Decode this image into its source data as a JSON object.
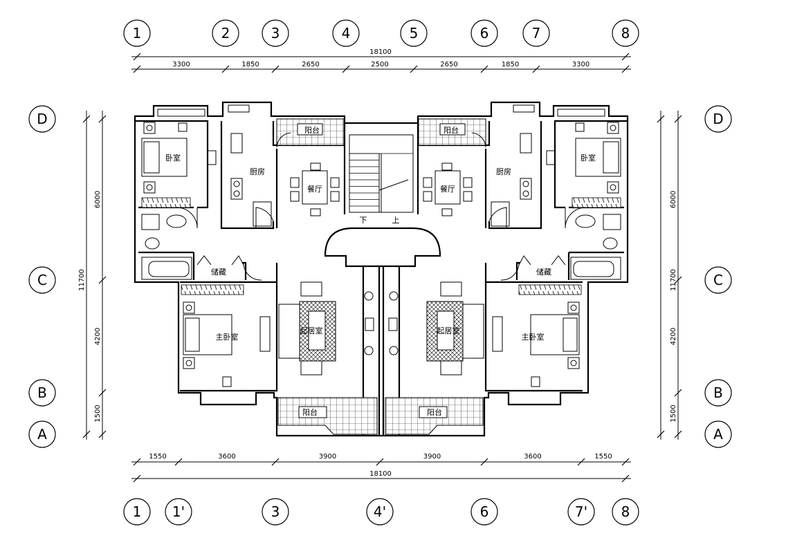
{
  "axes": {
    "top": [
      "1",
      "2",
      "3",
      "4",
      "5",
      "6",
      "7",
      "8"
    ],
    "bottom": [
      "1",
      "1'",
      "3",
      "4'",
      "6",
      "7'",
      "8"
    ],
    "left": [
      "D",
      "C",
      "B",
      "A"
    ],
    "right": [
      "D",
      "C",
      "B",
      "A"
    ]
  },
  "dimensions": {
    "top_total": "18100",
    "top_segments": [
      "3300",
      "1850",
      "2650",
      "2500",
      "2650",
      "1850",
      "3300"
    ],
    "bottom_segments": [
      "1550",
      "3600",
      "3900",
      "3900",
      "3600",
      "1550"
    ],
    "bottom_total": "18100",
    "left_segments": [
      "6000",
      "4200",
      "1500"
    ],
    "left_total": "11700",
    "right_segments": [
      "6000",
      "4200",
      "1500"
    ],
    "right_total": "11700"
  },
  "rooms": {
    "bedroom_l": "卧室",
    "kitchen_l": "厨房",
    "balcony_top_l": "阳台",
    "dining_l": "餐厅",
    "storage_l": "储藏",
    "master_l": "主卧室",
    "living_l": "起居室",
    "balcony_bottom_l": "阳台",
    "bedroom_r": "卧室",
    "kitchen_r": "厨房",
    "balcony_top_r": "阳台",
    "dining_r": "餐厅",
    "storage_r": "储藏",
    "master_r": "主卧室",
    "living_r": "起居室",
    "balcony_bottom_r": "阳台",
    "stair_down": "下",
    "stair_up": "上"
  }
}
